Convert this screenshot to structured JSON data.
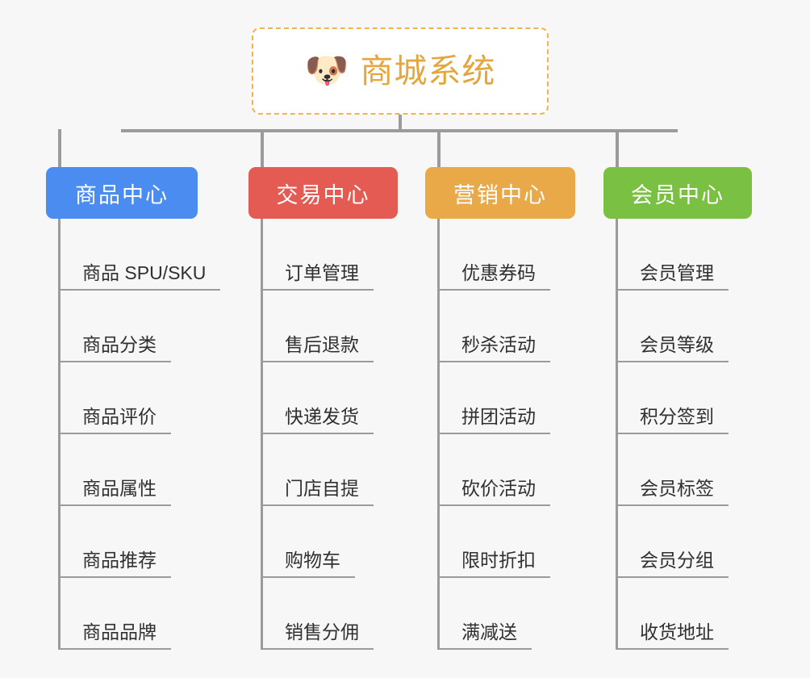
{
  "background_color": "#f7f7f7",
  "connector_color": "#9b9b9b",
  "root": {
    "icon": "shiba-dog-face-emoji",
    "emoji": "🐶",
    "title": "商城系统",
    "title_color": "#e3a73e",
    "border_color": "#f3b34a",
    "border_style": "dashed"
  },
  "categories": [
    {
      "label": "商品中心",
      "color": "#4a8cf0",
      "items": [
        "商品 SPU/SKU",
        "商品分类",
        "商品评价",
        "商品属性",
        "商品推荐",
        "商品品牌"
      ]
    },
    {
      "label": "交易中心",
      "color": "#e35b52",
      "items": [
        "订单管理",
        "售后退款",
        "快递发货",
        "门店自提",
        "购物车",
        "销售分佣"
      ]
    },
    {
      "label": "营销中心",
      "color": "#eaa949",
      "items": [
        "优惠券码",
        "秒杀活动",
        "拼团活动",
        "砍价活动",
        "限时折扣",
        "满减送"
      ]
    },
    {
      "label": "会员中心",
      "color": "#7ac143",
      "items": [
        "会员管理",
        "会员等级",
        "积分签到",
        "会员标签",
        "会员分组",
        "收货地址"
      ]
    }
  ]
}
